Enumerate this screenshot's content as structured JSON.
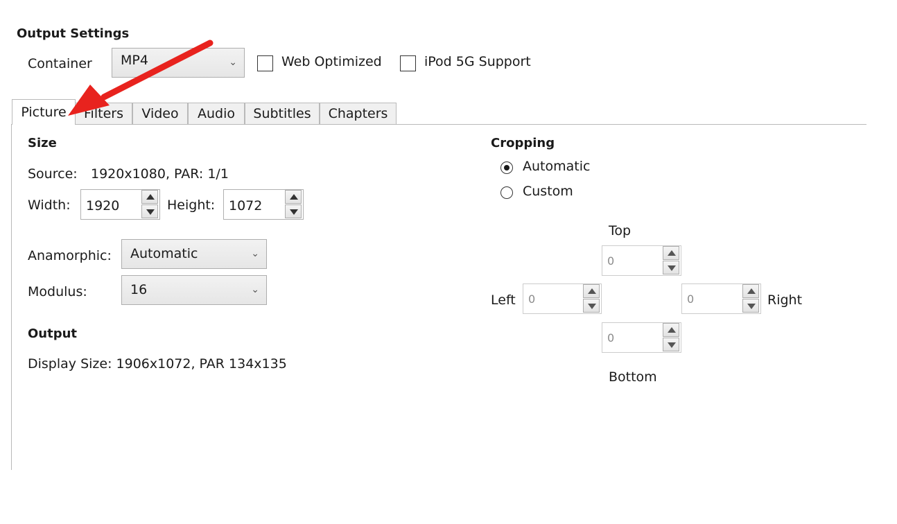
{
  "output_settings": {
    "title": "Output Settings",
    "container_label": "Container",
    "container_value": "MP4",
    "web_optimized_label": "Web Optimized",
    "web_optimized_checked": false,
    "ipod_label": "iPod 5G Support",
    "ipod_checked": false
  },
  "tabs": [
    {
      "label": "Picture",
      "active": true
    },
    {
      "label": "Filters",
      "active": false
    },
    {
      "label": "Video",
      "active": false
    },
    {
      "label": "Audio",
      "active": false
    },
    {
      "label": "Subtitles",
      "active": false
    },
    {
      "label": "Chapters",
      "active": false
    }
  ],
  "size": {
    "heading": "Size",
    "source_label": "Source:",
    "source_value": "1920x1080, PAR: 1/1",
    "width_label": "Width:",
    "width_value": "1920",
    "height_label": "Height:",
    "height_value": "1072",
    "anamorphic_label": "Anamorphic:",
    "anamorphic_value": "Automatic",
    "modulus_label": "Modulus:",
    "modulus_value": "16"
  },
  "output": {
    "heading": "Output",
    "display_size": "Display Size: 1906x1072,  PAR 134x135"
  },
  "cropping": {
    "heading": "Cropping",
    "automatic_label": "Automatic",
    "custom_label": "Custom",
    "selected": "Automatic",
    "top_label": "Top",
    "bottom_label": "Bottom",
    "left_label": "Left",
    "right_label": "Right",
    "top_value": "0",
    "bottom_value": "0",
    "left_value": "0",
    "right_value": "0"
  },
  "annotation": {
    "arrow_color": "#e8231e",
    "points_to": "Picture tab"
  },
  "colors": {
    "tab_border": "#b9b9b9",
    "combo_bg": "#e8e8e8"
  }
}
